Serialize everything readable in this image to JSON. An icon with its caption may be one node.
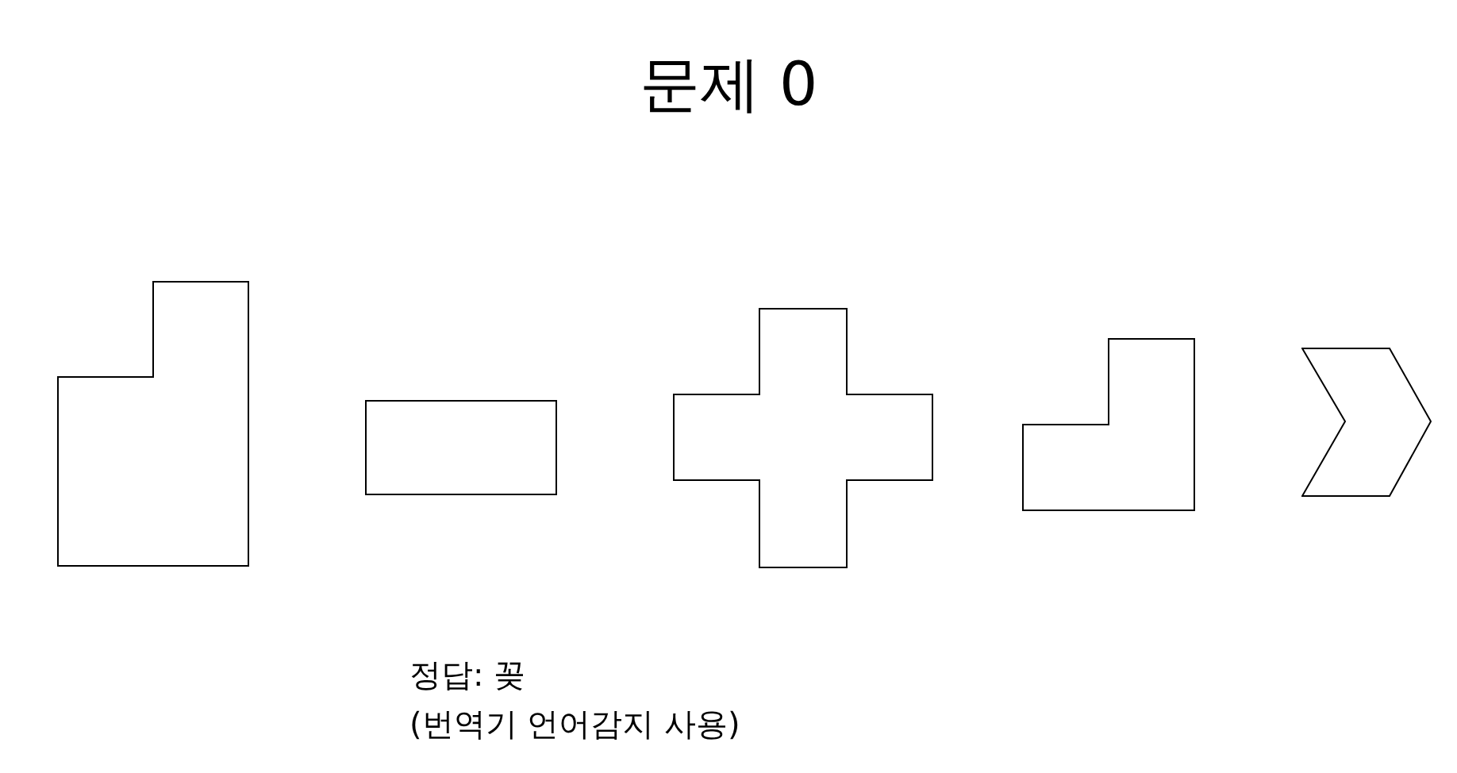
{
  "diagram": {
    "title": "문제 0",
    "nodes": [
      {
        "text": [],
        "shape": "polygon"
      },
      {
        "text": [],
        "shape": "box"
      },
      {
        "text": [],
        "shape": "cross"
      },
      {
        "text": [],
        "shape": "polygon"
      },
      {
        "text": [],
        "shape": "chevron"
      }
    ],
    "labels": [
      "정답: 꽂",
      "(번역기 언어감지 사용)"
    ]
  }
}
